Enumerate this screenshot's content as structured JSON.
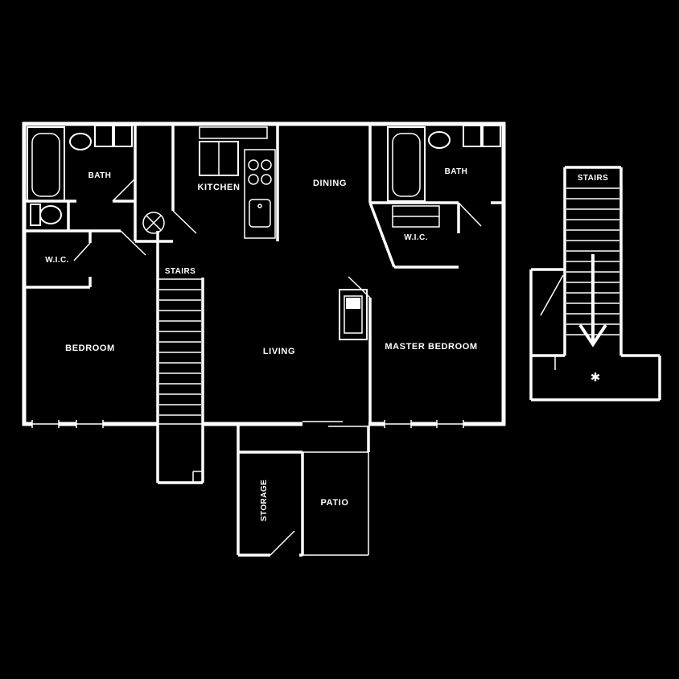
{
  "colors": {
    "background": "#000000",
    "line": "#ffffff"
  },
  "labels": {
    "bath_left": "BATH",
    "wic_left": "W.I.C.",
    "bedroom": "BEDROOM",
    "stairs_main": "STAIRS",
    "kitchen": "KITCHEN",
    "dining": "DINING",
    "living": "LIVING",
    "bath_right": "BATH",
    "wic_right": "W.I.C.",
    "master_bedroom": "MASTER BEDROOM",
    "storage": "STORAGE",
    "patio": "PATIO",
    "stairs_exterior": "STAIRS"
  },
  "icons": {
    "star": "✱"
  }
}
